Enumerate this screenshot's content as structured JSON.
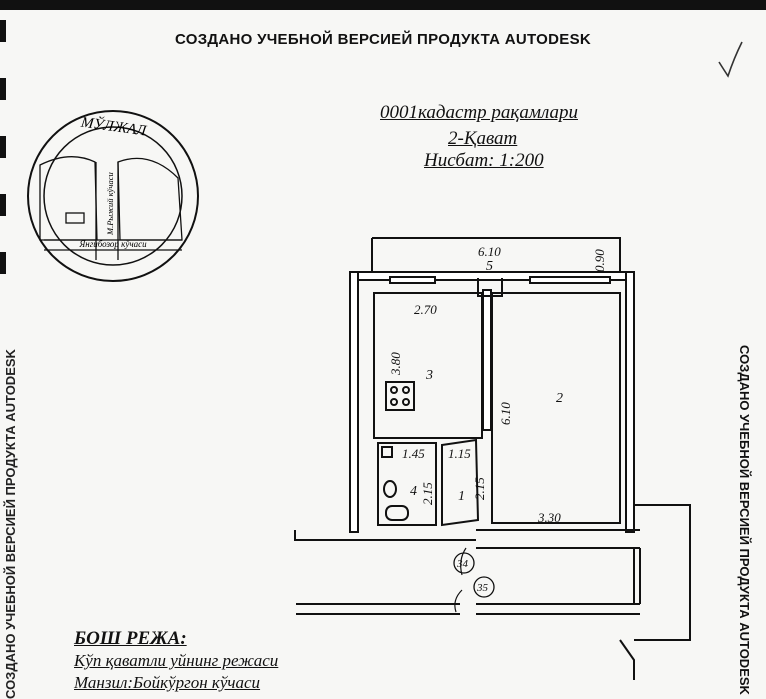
{
  "watermark": "СОЗДАНО УЧЕБНОЙ ВЕРСИЕЙ ПРОДУКТА AUTODESK",
  "header": {
    "cadastre": "0001кадастр рақамлари",
    "floor": "2-Қават",
    "scale": "Нисбат: 1:200"
  },
  "location_map": {
    "title": "МЎЛЖАЛ",
    "street_vertical": "М.Рыжий кўчаси",
    "street_horizontal": "Янгибозор кўчаси"
  },
  "rooms": [
    {
      "number": "1",
      "name": "corridor"
    },
    {
      "number": "2",
      "name": "room"
    },
    {
      "number": "3",
      "name": "kitchen"
    },
    {
      "number": "4",
      "name": "bathroom"
    },
    {
      "number": "5",
      "name": "balcony"
    }
  ],
  "dimensions": {
    "balcony_length": "6.10",
    "balcony_depth": "0.90",
    "kitchen_width": "2.70",
    "kitchen_length": "3.80",
    "room_length": "6.10",
    "room_width": "3.30",
    "bath_width": "1.45",
    "bath_length": "2.15",
    "corridor_width": "1.15",
    "corridor_length": "2.15"
  },
  "stair_labels": [
    "34",
    "35"
  ],
  "legend": {
    "heading": "БОШ РЕЖА:",
    "line1": "Кўп қаватли уйнинг режаси",
    "line2": "Манзил:Бойкўргон кўчаси"
  }
}
